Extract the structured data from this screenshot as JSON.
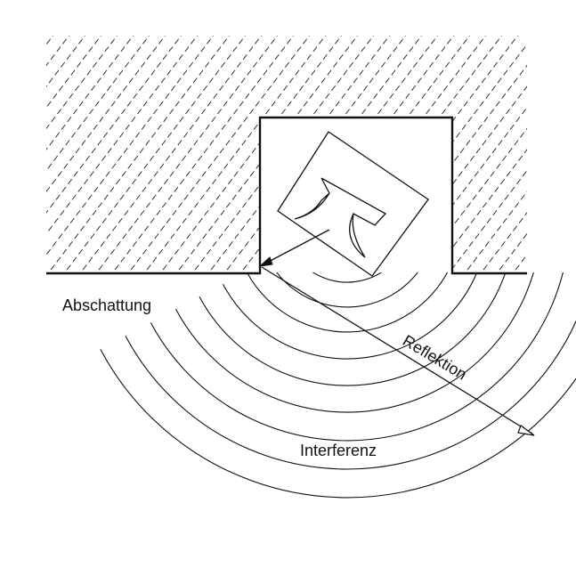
{
  "labels": {
    "shadowing": "Abschattung",
    "reflection": "Reflektion",
    "interference": "Interferenz"
  },
  "colors": {
    "line": "#111111",
    "background": "#ffffff"
  }
}
